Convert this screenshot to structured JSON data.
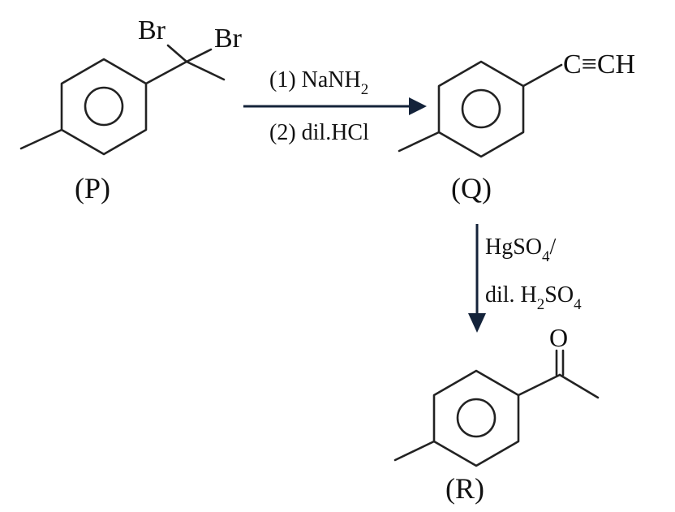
{
  "compounds": {
    "P": {
      "label": "(P)",
      "substituent_1": "Br",
      "substituent_2": "Br"
    },
    "Q": {
      "label": "(Q)",
      "group": "C≡CH"
    },
    "R": {
      "label": "(R)",
      "carbonyl_oxygen": "O"
    }
  },
  "step1": {
    "reagent_1": {
      "prefix": "(1) NaNH",
      "sub": "2",
      "suffix": ""
    },
    "reagent_2": {
      "text": "(2) dil.HCl"
    }
  },
  "step2": {
    "reagent_1": {
      "prefix": "HgSO",
      "sub": "4",
      "suffix": "/"
    },
    "reagent_2": {
      "prefix": "dil. H",
      "sub1": "2",
      "mid": "SO",
      "sub2": "4"
    }
  }
}
